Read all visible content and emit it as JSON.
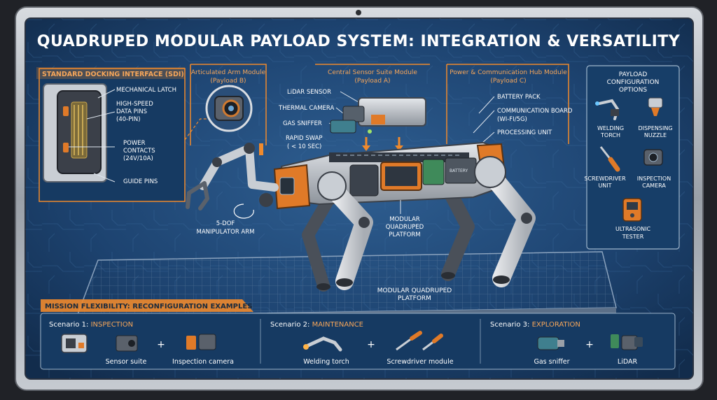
{
  "title": "QUADRUPED MODULAR PAYLOAD SYSTEM: INTEGRATION & VERSATILITY",
  "sdi": {
    "heading": "STANDARD DOCKING INTERFACE (SDI)",
    "latch": "MECHANICAL LATCH",
    "data_pins_1": "HIGH-SPEED",
    "data_pins_2": "DATA PINS",
    "data_pins_3": "(40-PIN)",
    "power_1": "POWER",
    "power_2": "CONTACTS",
    "power_3": "(24V/10A)",
    "guide": "GUIDE PINS"
  },
  "payload_b": {
    "line1": "Articulated Arm Module",
    "line2": "(Payload B)"
  },
  "payload_a": {
    "line1": "Central Sensor Suite Module",
    "line2": "(Payload A)",
    "lidar": "LiDAR SENSOR",
    "thermal": "THERMAL CAMERA",
    "gas": "GAS SNIFFER"
  },
  "payload_c": {
    "line1": "Power & Communication Hub Module",
    "line2": "(Payload C)",
    "battery": "BATTERY PACK",
    "comm_1": "COMMUNICATION BOARD",
    "comm_2": "(WI-FI/5G)",
    "proc": "PROCESSING UNIT"
  },
  "rapid_swap": {
    "line1": "RAPID SWAP",
    "line2": "( < 10 SEC)"
  },
  "arm_label": {
    "line1": "5-DOF",
    "line2": "MANIPULATOR ARM"
  },
  "platform_label": {
    "line1": "MODULAR",
    "line2": "QUADRUPED",
    "line3": "PLATFORM"
  },
  "floor_label": {
    "line1": "MODULAR QUADRUPED",
    "line2": "PLATFORM"
  },
  "battery_tag": "BATTERY",
  "options": {
    "title_1": "PAYLOAD",
    "title_2": "CONFIGURATION",
    "title_3": "OPTIONS",
    "welding_1": "WELDING",
    "welding_2": "TORCH",
    "dispensing_1": "DISPENSING",
    "dispensing_2": "NUZZLE",
    "screwdriver_1": "SCREWDRIVER",
    "screwdriver_2": "UNIT",
    "inspection_1": "INSPECTION",
    "inspection_2": "CAMERA",
    "ultrasonic_1": "ULTRASONIC",
    "ultrasonic_2": "TESTER"
  },
  "mission": {
    "heading": "MISSION FLEXIBILITY: RECONFIGURATION EXAMPLES",
    "s1": {
      "prefix": "Scenario 1: ",
      "name": "INSPECTION",
      "a": "Sensor suite",
      "b": "Inspection camera"
    },
    "s2": {
      "prefix": "Scenario 2: ",
      "name": "MAINTENANCE",
      "a": "Welding torch",
      "b": "Screwdriver module"
    },
    "s3": {
      "prefix": "Scenario 3: ",
      "name": "EXPLORATION",
      "a": "Gas sniffer",
      "b": "LiDAR"
    },
    "plus": "+"
  },
  "colors": {
    "accent": "#f08a2c",
    "panel": "#1b4470",
    "frame": "#b9bec6",
    "label": "#e9eef4",
    "robot_light": "#d9dde2",
    "robot_dark": "#3a3f47"
  }
}
